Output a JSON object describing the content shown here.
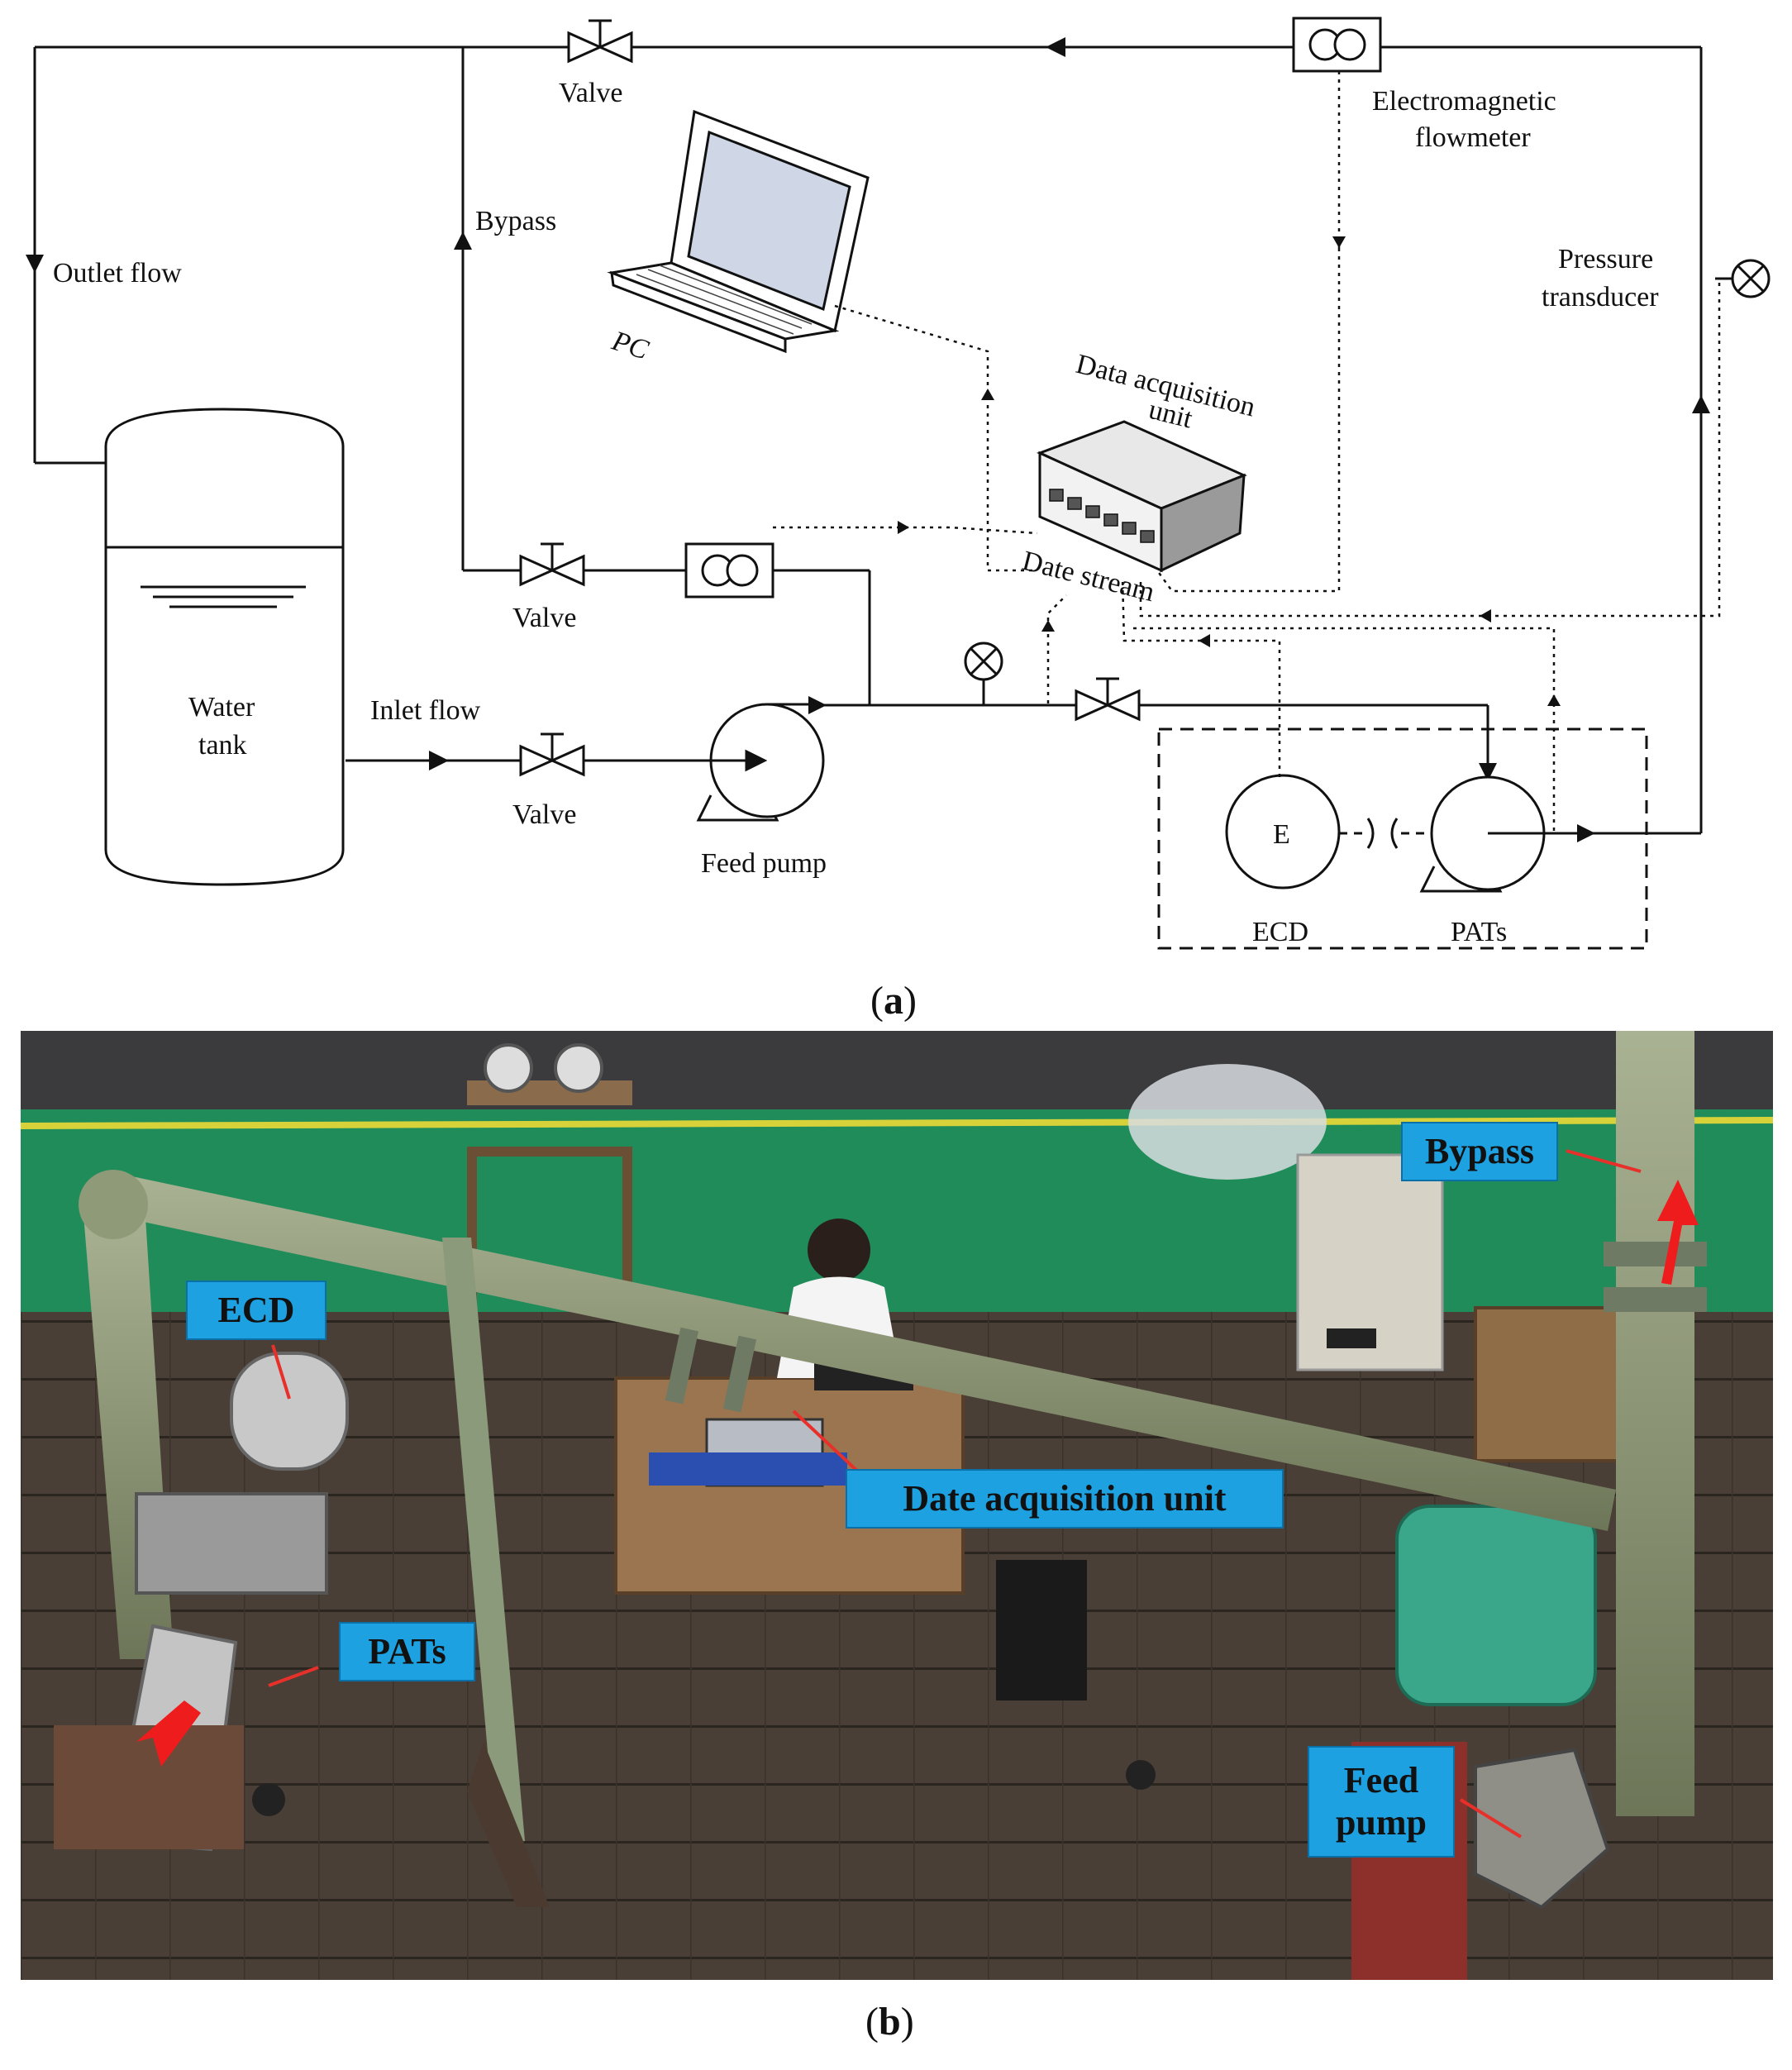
{
  "panel_a": {
    "labels": {
      "valve_top": "Valve",
      "electromagnetic_flowmeter_line1": "Electromagnetic",
      "electromagnetic_flowmeter_line2": "flowmeter",
      "bypass": "Bypass",
      "outlet_flow": "Outlet flow",
      "pressure_transducer_line1": "Pressure",
      "pressure_transducer_line2": "transducer",
      "pc": "PC",
      "daq_line1": "Data acquisition",
      "daq_line2": "unit",
      "date_stream": "Date stream",
      "valve_bypass": "Valve",
      "water_tank_line1": "Water",
      "water_tank_line2": "tank",
      "inlet_flow": "Inlet flow",
      "valve_inlet": "Valve",
      "feed_pump": "Feed pump",
      "ecd_symbol": "E",
      "ecd": "ECD",
      "pats": "PATs"
    },
    "caption_letter": "a"
  },
  "panel_b": {
    "callouts": {
      "bypass": "Bypass",
      "ecd": "ECD",
      "date_acquisition_unit": "Date acquisition unit",
      "pats": "PATs",
      "feed_pump_line1": "Feed",
      "feed_pump_line2": "pump"
    },
    "caption_letter": "b",
    "colors": {
      "callout_bg": "#1da1e0",
      "arrow": "#ee1c1c",
      "floor_green": "#1f8c5a",
      "steel_floor": "#4a4038",
      "pipe": "#8d9a78"
    }
  }
}
